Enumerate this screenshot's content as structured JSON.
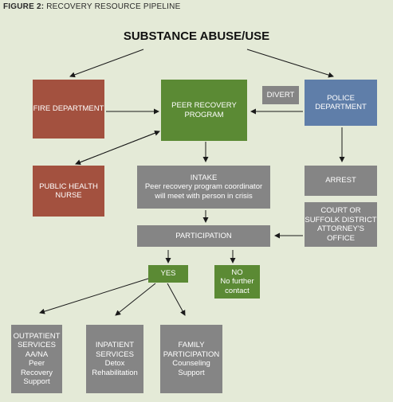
{
  "figure": {
    "label": "FIGURE 2:",
    "caption": "RECOVERY RESOURCE PIPELINE"
  },
  "title": "SUBSTANCE ABUSE/USE",
  "nodes": {
    "fire": "FIRE DEPARTMENT",
    "peer": [
      "PEER RECOVERY",
      "PROGRAM"
    ],
    "divert": "DIVERT",
    "police": [
      "POLICE",
      "DEPARTMENT"
    ],
    "nurse": [
      "PUBLIC HEALTH",
      "NURSE"
    ],
    "intake": [
      "INTAKE",
      "Peer recovery program coordinator",
      "will meet with person in crisis"
    ],
    "arrest": "ARREST",
    "court": [
      "COURT OR",
      "SUFFOLK DISTRICT",
      "ATTORNEY'S OFFICE"
    ],
    "participation": "PARTICIPATION",
    "yes": "YES",
    "no": [
      "NO",
      "No further",
      "contact"
    ],
    "outpatient": [
      "OUTPATIENT",
      "SERVICES",
      "AA/NA",
      "Peer",
      "Recovery",
      "Support"
    ],
    "inpatient": [
      "INPATIENT",
      "SERVICES",
      "Detox",
      "Rehabilitation"
    ],
    "family": [
      "FAMILY",
      "PARTICIPATION",
      "Counseling",
      "Support"
    ]
  },
  "colors": {
    "background": "#e4ead7",
    "red": "#a3513f",
    "green": "#5b8a34",
    "blue": "#5f7ea9",
    "gray": "#858585",
    "arrow": "#1a1a1a"
  }
}
